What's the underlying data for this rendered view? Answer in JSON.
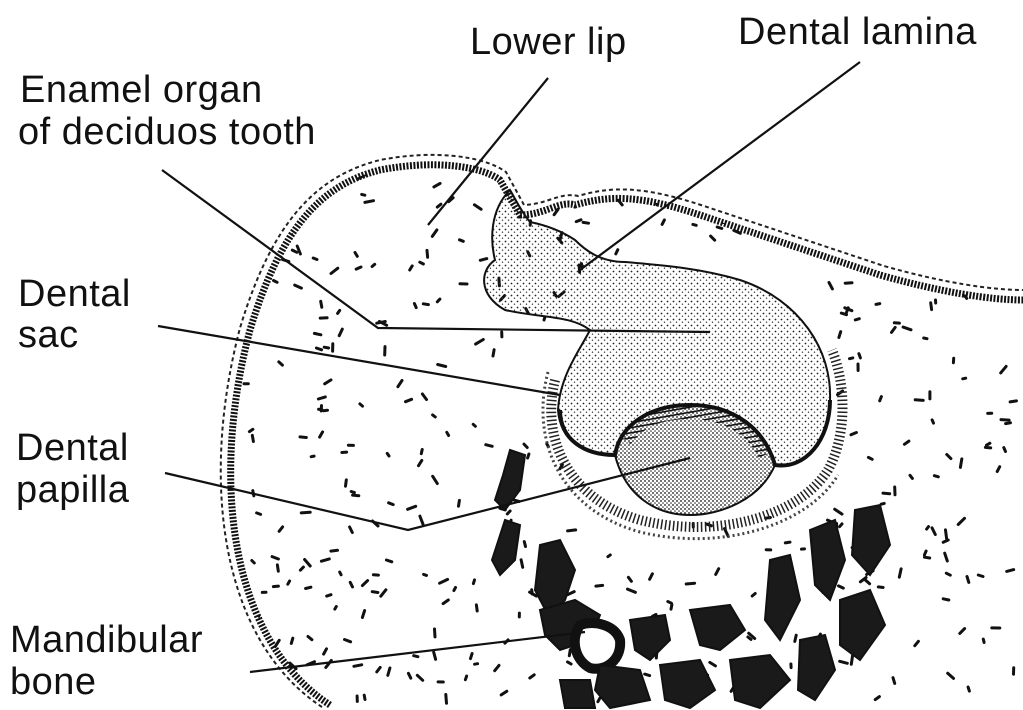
{
  "labels": {
    "lower_lip": "Lower lip",
    "dental_lamina": "Dental lamina",
    "enamel_organ_line1": "Enamel organ",
    "enamel_organ_line2": "of deciduos tooth",
    "dental_sac_line1": "Dental",
    "dental_sac_line2": "sac",
    "dental_papilla_line1": "Dental",
    "dental_papilla_line2": "papilla",
    "mandibular_bone_line1": "Mandibular",
    "mandibular_bone_line2": "bone"
  },
  "colors": {
    "ink": "#111111",
    "background": "#ffffff"
  }
}
